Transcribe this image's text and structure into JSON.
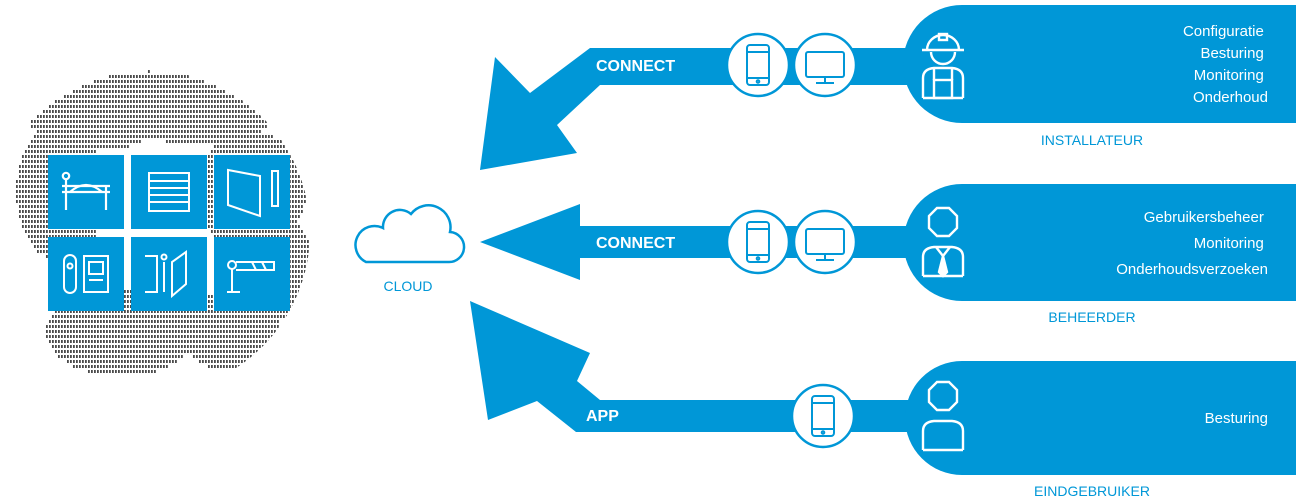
{
  "colors": {
    "accent": "#0097d7",
    "globe_dots": "#4a4a4a",
    "background": "#ffffff"
  },
  "cloud": {
    "label": "CLOUD",
    "icon": "cloud-icon"
  },
  "globe": {
    "icon": "globe-icon",
    "tiles": [
      {
        "name": "gate-icon"
      },
      {
        "name": "garage-door-icon"
      },
      {
        "name": "swing-door-icon"
      },
      {
        "name": "door-lock-icon"
      },
      {
        "name": "sliding-door-icon"
      },
      {
        "name": "barrier-icon"
      }
    ]
  },
  "connections": [
    {
      "label": "CONNECT",
      "devices": [
        "smartphone-icon",
        "monitor-icon"
      ],
      "role": "INSTALLATEUR",
      "person_icon": "installer-hardhat-icon",
      "features": [
        "Configuratie",
        "Besturing",
        "Monitoring",
        "Onderhoud"
      ]
    },
    {
      "label": "CONNECT",
      "devices": [
        "smartphone-icon",
        "monitor-icon"
      ],
      "role": "BEHEERDER",
      "person_icon": "manager-tie-icon",
      "features": [
        "Gebruikersbeheer",
        "Monitoring",
        "Onderhoudsverzoeken"
      ]
    },
    {
      "label": "APP",
      "devices": [
        "smartphone-icon"
      ],
      "role": "EINDGEBRUIKER",
      "person_icon": "end-user-icon",
      "features": [
        "Besturing"
      ]
    }
  ]
}
